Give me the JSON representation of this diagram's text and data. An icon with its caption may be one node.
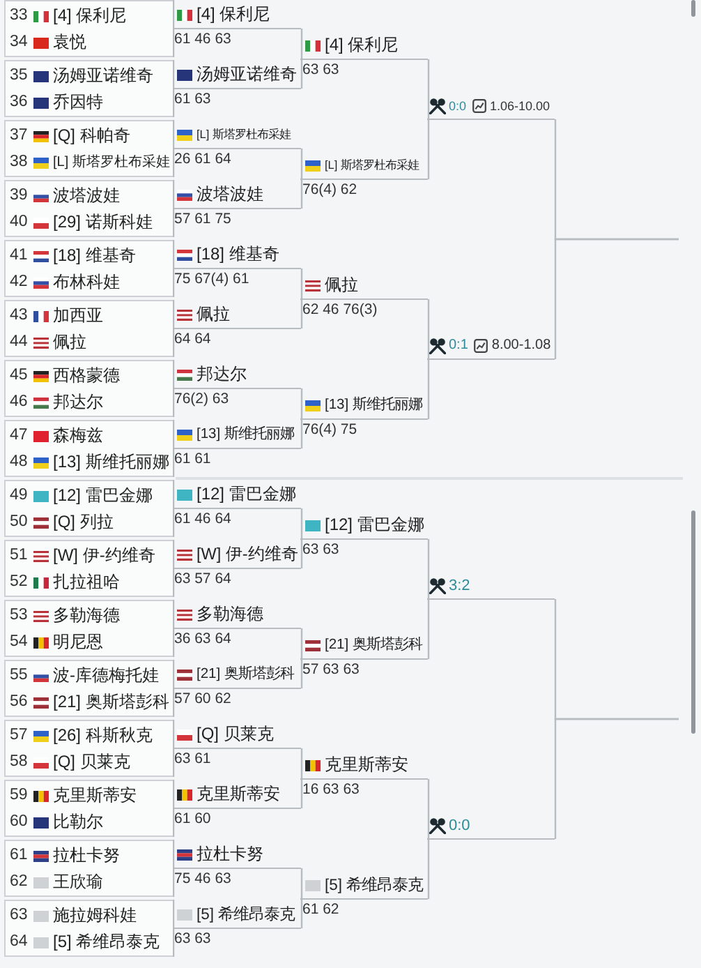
{
  "diagram": {
    "nodes": [
      {
        "text": [
          "33",
          "[4] 保利尼"
        ]
      },
      {
        "text": [
          "34",
          "袁悦"
        ]
      },
      {
        "text": [
          "35",
          "汤姆亚诺维奇"
        ]
      },
      {
        "text": [
          "36",
          "乔因特"
        ]
      },
      {
        "text": [
          "37",
          "[Q] 科帕奇"
        ]
      },
      {
        "text": [
          "38",
          "[L] 斯塔罗杜布采娃"
        ]
      },
      {
        "text": [
          "39",
          "波塔波娃"
        ]
      },
      {
        "text": [
          "40",
          "[29] 诺斯科娃"
        ]
      },
      {
        "text": [
          "41",
          "[18] 维基奇"
        ]
      },
      {
        "text": [
          "42",
          "布林科娃"
        ]
      },
      {
        "text": [
          "43",
          "加西亚"
        ]
      },
      {
        "text": [
          "44",
          "佩拉"
        ]
      },
      {
        "text": [
          "45",
          "西格蒙德"
        ]
      },
      {
        "text": [
          "46",
          "邦达尔"
        ]
      },
      {
        "text": [
          "47",
          "森梅兹"
        ]
      },
      {
        "text": [
          "48",
          "[13] 斯维托丽娜"
        ]
      },
      {
        "text": [
          "49",
          "[12] 雷巴金娜"
        ]
      },
      {
        "text": [
          "50",
          "[Q] 列拉"
        ]
      },
      {
        "text": [
          "51",
          "[W] 伊-约维奇"
        ]
      },
      {
        "text": [
          "52",
          "扎拉祖哈"
        ]
      },
      {
        "text": [
          "53",
          "多勒海德"
        ]
      },
      {
        "text": [
          "54",
          "明尼恩"
        ]
      },
      {
        "text": [
          "55",
          "波-库德梅托娃"
        ]
      },
      {
        "text": [
          "56",
          "[21] 奥斯塔彭科"
        ]
      },
      {
        "text": [
          "57",
          "[26] 科斯秋克"
        ]
      },
      {
        "text": [
          "58",
          "[Q] 贝莱克"
        ]
      },
      {
        "text": [
          "59",
          "克里斯蒂安"
        ]
      },
      {
        "text": [
          "60",
          "比勒尔"
        ]
      },
      {
        "text": [
          "61",
          "拉杜卡努"
        ]
      },
      {
        "text": [
          "62",
          "王欣瑜"
        ]
      },
      {
        "text": [
          "63",
          "施拉姆科娃"
        ]
      },
      {
        "text": [
          "64",
          "[5] 希维昂泰克"
        ]
      },
      {
        "text": [
          "[4] 保利尼"
        ],
        "beside": [
          "61 46 63"
        ]
      },
      {
        "text": [
          "汤姆亚诺维奇"
        ],
        "beside": [
          "61 63"
        ]
      },
      {
        "text": [
          "[L] 斯塔罗杜布采娃"
        ],
        "beside": [
          "26 61 64"
        ]
      },
      {
        "text": [
          "波塔波娃"
        ],
        "beside": [
          "57 61 75"
        ]
      },
      {
        "text": [
          "[18] 维基奇"
        ],
        "beside": [
          "75 67(4) 61"
        ]
      },
      {
        "text": [
          "佩拉"
        ],
        "beside": [
          "64 64"
        ]
      },
      {
        "text": [
          "邦达尔"
        ],
        "beside": [
          "76(2) 63"
        ]
      },
      {
        "text": [
          "[13] 斯维托丽娜"
        ],
        "beside": [
          "61 61"
        ]
      },
      {
        "text": [
          "[12] 雷巴金娜"
        ],
        "beside": [
          "61 46 64"
        ]
      },
      {
        "text": [
          "[W] 伊-约维奇"
        ],
        "beside": [
          "63 57 64"
        ]
      },
      {
        "text": [
          "多勒海德"
        ],
        "beside": [
          "36 63 64"
        ]
      },
      {
        "text": [
          "[21] 奥斯塔彭科"
        ],
        "beside": [
          "57 60 62"
        ]
      },
      {
        "text": [
          "[Q] 贝莱克"
        ],
        "beside": [
          "63 61"
        ]
      },
      {
        "text": [
          "克里斯蒂安"
        ],
        "beside": [
          "61 60"
        ]
      },
      {
        "text": [
          "拉杜卡努"
        ],
        "beside": [
          "75 46 63"
        ]
      },
      {
        "text": [
          "[5] 希维昂泰克"
        ],
        "beside": [
          "63 63"
        ]
      },
      {
        "text": [
          "[4] 保利尼"
        ],
        "beside": [
          "63 63"
        ]
      },
      {
        "text": [
          "[L] 斯塔罗杜布采娃"
        ],
        "beside": [
          "76(4) 62"
        ]
      },
      {
        "text": [
          "佩拉"
        ],
        "beside": [
          "62 46 76(3)"
        ]
      },
      {
        "text": [
          "[13] 斯维托丽娜"
        ],
        "beside": [
          "76(4) 75"
        ]
      },
      {
        "text": [
          "[12] 雷巴金娜"
        ],
        "beside": [
          "63 63"
        ]
      },
      {
        "text": [
          "[21] 奥斯塔彭科"
        ],
        "beside": [
          "57 63 63"
        ]
      },
      {
        "text": [
          "克里斯蒂安"
        ],
        "beside": [
          "16 63 63"
        ]
      },
      {
        "text": [
          "[5] 希维昂泰克"
        ],
        "beside": [
          "61 62"
        ]
      },
      {
        "text": [
          "0:0",
          "1.06-10.00"
        ]
      },
      {
        "text": [
          "0:1",
          "8.00-1.08"
        ]
      },
      {
        "text": [
          "3:2"
        ]
      },
      {
        "text": [
          "0:0"
        ]
      }
    ],
    "edges": [
      {
        "from": 0,
        "to": 32,
        "arrow": "none"
      },
      {
        "from": 1,
        "to": 32,
        "arrow": "none"
      },
      {
        "from": 2,
        "to": 33,
        "arrow": "none"
      },
      {
        "from": 3,
        "to": 33,
        "arrow": "none"
      },
      {
        "from": 4,
        "to": 34,
        "arrow": "none"
      },
      {
        "from": 5,
        "to": 34,
        "arrow": "none"
      },
      {
        "from": 6,
        "to": 35,
        "arrow": "none"
      },
      {
        "from": 7,
        "to": 35,
        "arrow": "none"
      },
      {
        "from": 8,
        "to": 36,
        "arrow": "none"
      },
      {
        "from": 9,
        "to": 36,
        "arrow": "none"
      },
      {
        "from": 10,
        "to": 37,
        "arrow": "none"
      },
      {
        "from": 11,
        "to": 37,
        "arrow": "none"
      },
      {
        "from": 12,
        "to": 38,
        "arrow": "none"
      },
      {
        "from": 13,
        "to": 38,
        "arrow": "none"
      },
      {
        "from": 14,
        "to": 39,
        "arrow": "none"
      },
      {
        "from": 15,
        "to": 39,
        "arrow": "none"
      },
      {
        "from": 16,
        "to": 40,
        "arrow": "none"
      },
      {
        "from": 17,
        "to": 40,
        "arrow": "none"
      },
      {
        "from": 18,
        "to": 41,
        "arrow": "none"
      },
      {
        "from": 19,
        "to": 41,
        "arrow": "none"
      },
      {
        "from": 20,
        "to": 42,
        "arrow": "none"
      },
      {
        "from": 21,
        "to": 42,
        "arrow": "none"
      },
      {
        "from": 22,
        "to": 43,
        "arrow": "none"
      },
      {
        "from": 23,
        "to": 43,
        "arrow": "none"
      },
      {
        "from": 24,
        "to": 44,
        "arrow": "none"
      },
      {
        "from": 25,
        "to": 44,
        "arrow": "none"
      },
      {
        "from": 26,
        "to": 45,
        "arrow": "none"
      },
      {
        "from": 27,
        "to": 45,
        "arrow": "none"
      },
      {
        "from": 28,
        "to": 46,
        "arrow": "none"
      },
      {
        "from": 29,
        "to": 46,
        "arrow": "none"
      },
      {
        "from": 30,
        "to": 47,
        "arrow": "none"
      },
      {
        "from": 31,
        "to": 47,
        "arrow": "none"
      },
      {
        "from": 32,
        "to": 48,
        "arrow": "none"
      },
      {
        "from": 33,
        "to": 48,
        "arrow": "none"
      },
      {
        "from": 34,
        "to": 49,
        "arrow": "none"
      },
      {
        "from": 35,
        "to": 49,
        "arrow": "none"
      },
      {
        "from": 36,
        "to": 50,
        "arrow": "none"
      },
      {
        "from": 37,
        "to": 50,
        "arrow": "none"
      },
      {
        "from": 38,
        "to": 51,
        "arrow": "none"
      },
      {
        "from": 39,
        "to": 51,
        "arrow": "none"
      },
      {
        "from": 40,
        "to": 52,
        "arrow": "none"
      },
      {
        "from": 41,
        "to": 52,
        "arrow": "none"
      },
      {
        "from": 42,
        "to": 53,
        "arrow": "none"
      },
      {
        "from": 43,
        "to": 53,
        "arrow": "none"
      },
      {
        "from": 44,
        "to": 54,
        "arrow": "none"
      },
      {
        "from": 45,
        "to": 54,
        "arrow": "none"
      },
      {
        "from": 46,
        "to": 55,
        "arrow": "none"
      },
      {
        "from": 47,
        "to": 55,
        "arrow": "none"
      },
      {
        "from": 48,
        "to": 56,
        "arrow": "none"
      },
      {
        "from": 49,
        "to": 56,
        "arrow": "none"
      },
      {
        "from": 50,
        "to": 57,
        "arrow": "none"
      },
      {
        "from": 51,
        "to": 57,
        "arrow": "none"
      },
      {
        "from": 52,
        "to": 58,
        "arrow": "none"
      },
      {
        "from": 53,
        "to": 58,
        "arrow": "none"
      },
      {
        "from": 54,
        "to": 59,
        "arrow": "none"
      },
      {
        "from": 55,
        "to": 59,
        "arrow": "none"
      },
      {
        "from": 56,
        "to": null,
        "arrow": "none"
      },
      {
        "from": 57,
        "to": null,
        "arrow": "none"
      },
      {
        "from": 58,
        "to": null,
        "arrow": "none"
      },
      {
        "from": 59,
        "to": null,
        "arrow": "none"
      }
    ]
  }
}
